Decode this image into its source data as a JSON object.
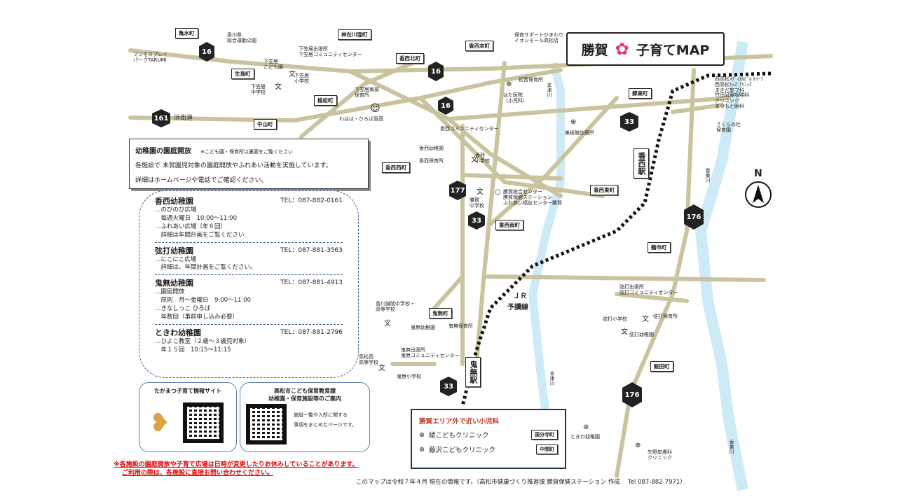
{
  "title": {
    "text": "勝賀 子育てMAP",
    "part1": "勝賀",
    "part2": "子育てMAP",
    "flower_color": "#e8367a"
  },
  "compass": {
    "label": "N"
  },
  "info": {
    "heading": "幼稚園の園庭開放",
    "note": "※こども園・保育所は裏面をご覧ください",
    "line1": "各施設で 未就園児対象の園庭開放やふれあい活動を実施しています。",
    "line2": "詳細はホームページや電話でご確認ください。"
  },
  "kindergartens": [
    {
      "name": "香西幼稚園",
      "tel": "TEL：087-882-0161",
      "lines": [
        "…のびのび広場",
        "　毎週火曜日　10:00～11:00",
        "…ふれあい広場（年６回）",
        "　詳細は年間計画をご覧ください"
      ]
    },
    {
      "name": "弦打幼稚園",
      "tel": "TEL：087-881-3563",
      "lines": [
        "…にこにこ広場",
        "　詳細は、年間計画をご覧ください。"
      ]
    },
    {
      "name": "鬼無幼稚園",
      "tel": "TEL：087-881-4913",
      "lines": [
        "…園庭開放",
        "　原則　月～金曜日　9:00～11:00",
        "…きなしっこ ひろば",
        "　年数回（事前申し込み必要）"
      ]
    },
    {
      "name": "ときわ幼稚園",
      "tel": "TEL：087-881-2796",
      "lines": [
        "…ひよこ教室（２歳～３歳児対象）",
        "　年１５回　10:15～11:15"
      ]
    }
  ],
  "qr": {
    "site1": "たかまつ子育て情報サイト",
    "site2_title": "高松市こども保育教育課",
    "site2_sub": "幼稚園・保育施設等のご案内",
    "site2_desc1": "施設一覧や入所に関する",
    "site2_desc2": "事項をまとめたページです。"
  },
  "warnings": {
    "line1": "※各施設の園庭開放や子育て広場は日時が変更したりお休みしていることがあります。",
    "line2": "ご利用の際は、各施設に直接お問い合わせください。"
  },
  "pediatrics": {
    "heading": "勝賀エリア外で近い小児科",
    "clinics": [
      {
        "name": "綾こどもクリニック",
        "town": "国分寺町"
      },
      {
        "name": "藤沢こどもクリニック",
        "town": "中間町"
      }
    ]
  },
  "footer": "このマップは令和７年４月 現在の情報です。（高松市健康づくり推進課 勝賀保健ステーション 作成　 Tel 087-882-7971）",
  "towns": {
    "kamizu": "亀水町",
    "jinzai": "神在川窪町",
    "kozaikita": "香西本町",
    "ikuyo": "生島町",
    "kozaikitamachi": "香西北町",
    "kabe": "植松町",
    "nakayama": "中山町",
    "kozainishi": "香西西町",
    "kozaihigashi": "香西東町",
    "kozaiminami": "香西南町",
    "tsurunomachi": "鶴市町",
    "kinashi": "鬼無町",
    "iida": "飯田町",
    "gou": "郷東町"
  },
  "routes": {
    "r16a": "16",
    "r16b": "16",
    "r16c": "16",
    "r161": "161",
    "r33a": "33",
    "r33b": "33",
    "r33c": "33",
    "r177": "177",
    "r176a": "176",
    "r176b": "176"
  },
  "roadnames": {
    "hamakaido": "浜街道",
    "jr": "ＪＲ",
    "yosan": "予讃線",
    "kozaista": "香西駅",
    "kinashista": "鬼無駅",
    "hontsu1": "本津川",
    "hontsu2": "本津川",
    "kotoh1": "香東川",
    "kotoh2": "香東川"
  },
  "places": {
    "mammos": "マンモスプレイ\nパークTARUMI",
    "kagawapark": "香川県\n総合運動公園",
    "shimokasa_sta": "下笠居出張所\n下笠居コミュニティセンター",
    "shimokasa_nur": "下笠居\nこども園",
    "shimokasa_elem": "下笠居\n小学校",
    "shimokasa_jh": "下笠居\n中学校",
    "shimokasa_east": "下笠居東部\n保育所",
    "wahaha": "わはは・ひろば香西",
    "hoiku_support": "保育サポートひまわり\nイオンモール高松店",
    "hatsune": "初音保育所",
    "hata": "はた医院\n（小児科）",
    "bijutsu": "美術館診療所",
    "nishikou": "西高松ﾒﾃﾞｨｶﾙﾋﾞﾙ ﾙｲｰﾌ\n西高松ｷｯｽﾞｸﾘﾆｯｸ\nまきだ皮フ科\n竹田耳鼻咽喉科\nクリニック\nまつもと眼科",
    "sakura": "さくらの杜\n保育園",
    "kozai_cc": "香西コミュニティセンター",
    "kozai_kg": "香西幼稚園",
    "kozai_nur": "香西保育所",
    "kozai_elem": "香西\n小学校",
    "katsuga_jh": "勝賀\n中学校",
    "katsuga_center": "勝賀総合センター\n勝賀保健ステーション\nふれあい福祉センター勝賀",
    "tsuru_sta": "弦打出張所\n弦打コミュニティセンター",
    "tsuru_elem": "弦打小学校",
    "tsuru_nur": "弦打保育所",
    "tsuru_kg": "弦打幼稚園",
    "kagawa_seiryo": "香川誠陵中学校・\n高等学校",
    "kinashi_kg": "鬼無幼稚園",
    "kinashi_nur": "鬼無保育所",
    "kinashi_sta": "鬼無出張所\n鬼無コミュニティセンター",
    "kinashi_elem": "鬼無小学校",
    "takamatsu_nishi": "高松西\n高等学校",
    "tokiwa": "ときわ幼稚園",
    "yano": "矢野皮膚科\nクリニック"
  }
}
